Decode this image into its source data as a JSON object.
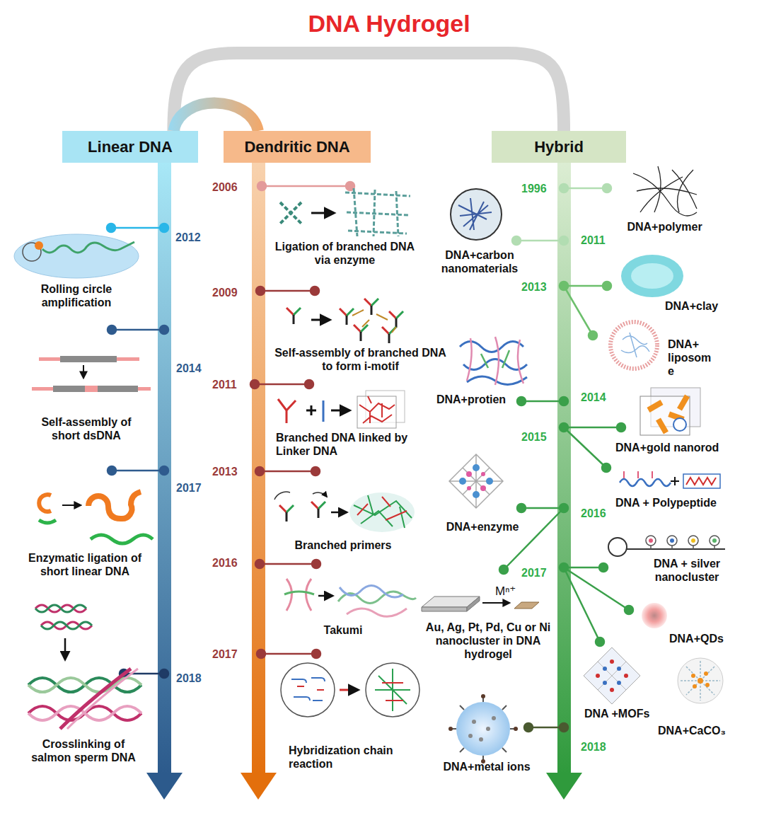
{
  "diagram": {
    "title": "DNA Hydrogel",
    "nodes": [
      {
        "text": [
          "Linear DNA"
        ]
      },
      {
        "text": [
          "Dendritic DNA"
        ]
      },
      {
        "text": [
          "Hybrid"
        ]
      }
    ],
    "edges": [
      {
        "from": 0,
        "to": 2,
        "arrow": "none"
      },
      {
        "from": 0,
        "to": 1,
        "arrow": "none"
      }
    ],
    "labels": [
      "2012",
      "Rolling circle amplification",
      "2014",
      "Self-assembly of short dsDNA",
      "2017",
      "Enzymatic ligation of short linear DNA",
      "2018",
      "Crosslinking of salmon sperm DNA",
      "2006",
      "Ligation of branched DNA via enzyme",
      "2009",
      "Self-assembly of branched DNA to form i-motif",
      "2011",
      "Branched DNA linked by Linker DNA",
      "2013",
      "Branched primers",
      "2016",
      "Takumi",
      "2017",
      "Hybridization chain reaction",
      "1996",
      "DNA+polymer",
      "DNA+carbon nanomaterials",
      "2011",
      "2013",
      "DNA+clay",
      "DNA+ liposom e",
      "DNA+protien",
      "2014",
      "2015",
      "DNA+gold nanorod",
      "DNA + Polypeptide",
      "DNA+enzyme",
      "2016",
      "2017",
      "DNA + silver nanocluster",
      "Mⁿ⁺",
      "Au, Ag, Pt, Pd, Cu or Ni nanocluster in DNA hydrogel",
      "DNA+QDs",
      "DNA +MOFs",
      "DNA+CaCO₃",
      "DNA+metal ions",
      "2018"
    ]
  }
}
